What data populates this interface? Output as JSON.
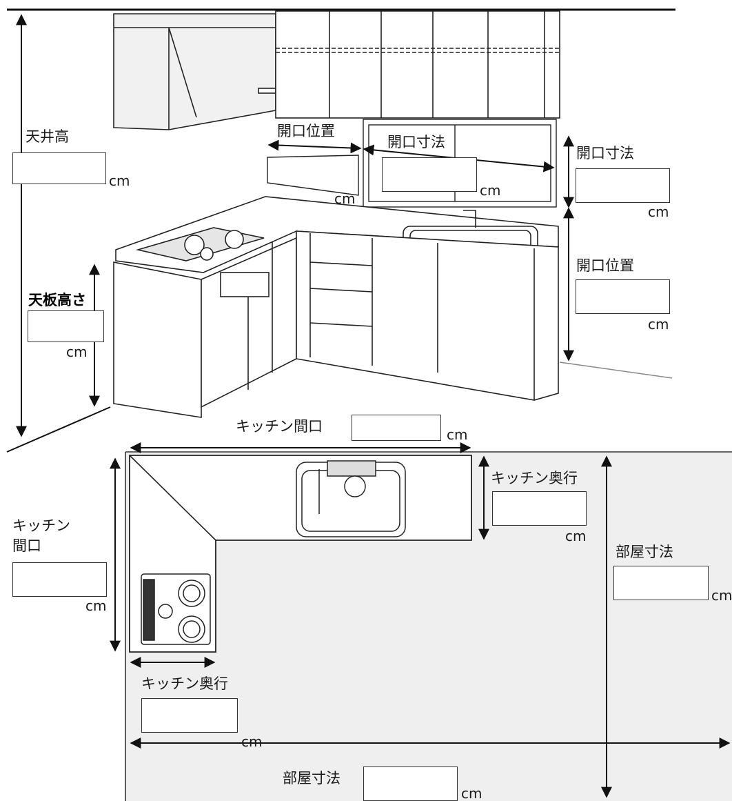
{
  "labels": {
    "ceiling_height": "天井高",
    "opening_position_top": "開口位置",
    "opening_size_top": "開口寸法",
    "opening_size_right": "開口寸法",
    "opening_position_right": "開口位置",
    "counter_height": "天板高さ",
    "kitchen_width_top": "キッチン間口",
    "kitchen_depth_right": "キッチン奥行",
    "kitchen_width_left_line1": "キッチン",
    "kitchen_width_left_line2": "間口",
    "room_size_right": "部屋寸法",
    "kitchen_depth_bottom": "キッチン奥行",
    "room_size_bottom": "部屋寸法"
  },
  "unit": "cm",
  "colors": {
    "line": "#1a1a1a",
    "floor_fill": "#efefef",
    "cabinet_fill": "#ffffff",
    "hood_fill": "#f2f2f2"
  }
}
